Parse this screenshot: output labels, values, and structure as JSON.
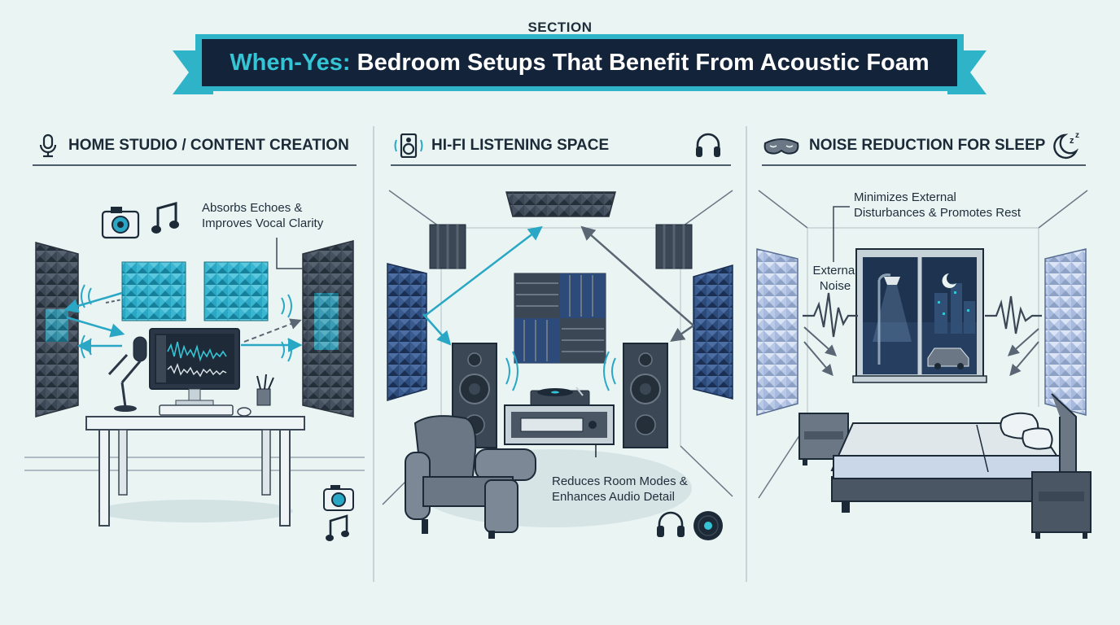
{
  "section_label": "SECTION",
  "title": {
    "highlight": "When-Yes:",
    "rest": " Bedroom Setups That Benefit From Acoustic Foam"
  },
  "panels": [
    {
      "heading": "HOME STUDIO / CONTENT CREATION",
      "icons": [
        "microphone-icon"
      ],
      "annotation_lines": [
        "Absorbs Echoes &",
        "Improves Vocal Clarity"
      ]
    },
    {
      "heading": "HI-FI LISTENING SPACE",
      "icons": [
        "speaker-icon",
        "headphones-icon"
      ],
      "annotation_lines": [
        "Reduces Room Modes &",
        "Enhances Audio Detail"
      ]
    },
    {
      "heading": "NOISE REDUCTION FOR SLEEP",
      "icons": [
        "sleep-mask-icon",
        "moon-zz-icon"
      ],
      "annotation_lines": [
        "Minimizes External",
        "Disturbances & Promotes Rest"
      ],
      "noise_label_lines": [
        "External",
        "Noise"
      ]
    }
  ],
  "colors": {
    "background": "#e9f4f3",
    "banner": "#13233a",
    "accent": "#35c4d6",
    "foam_dark": "#3b4755",
    "foam_cyan": "#2aa7c4",
    "foam_blue": "#2c4a7a",
    "foam_light": "#b9c9e6"
  }
}
